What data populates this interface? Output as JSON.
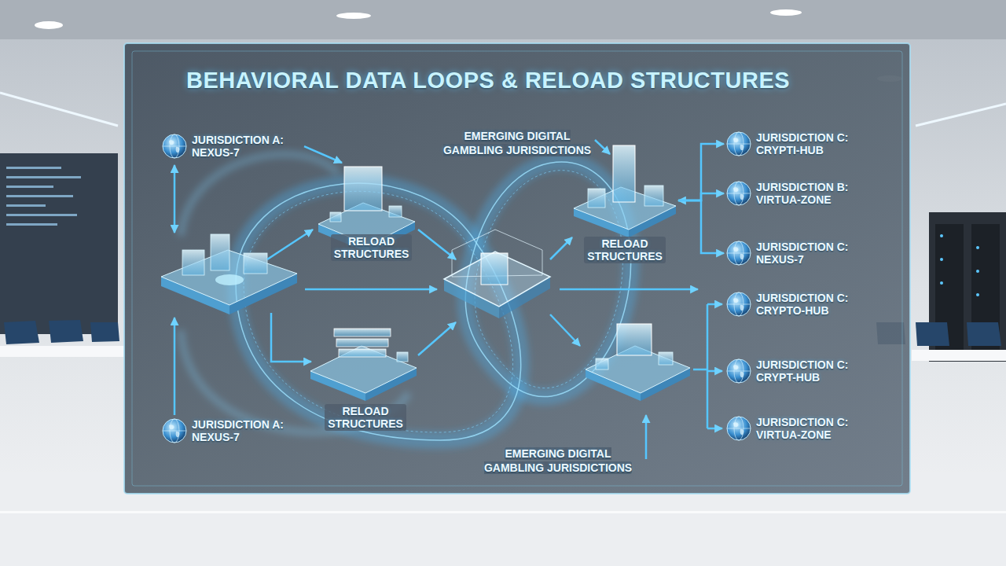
{
  "diagram": {
    "title": "BEHAVIORAL DATA LOOPS & RELOAD STRUCTURES",
    "nodes": [
      {
        "text": [
          "JURISDICTION A: NEXUS-7"
        ]
      },
      {
        "text": [
          "RELOAD STRUCTURES"
        ]
      },
      {
        "text": [
          "RELOAD STRUCTURES"
        ]
      },
      {
        "text": [
          "JURISDICTION C: CRYPTI-HUB"
        ]
      },
      {
        "text": [
          "JURISDICTION B: VIRTUA-ZONE"
        ]
      },
      {
        "text": [
          "JURISDICTION C: NEXUS-7"
        ]
      },
      {
        "text": [
          "JURISDICTION C: CRYPTO-HUB"
        ]
      },
      {
        "text": [
          "RELOAD STRUCTURES"
        ]
      },
      {
        "text": [
          "JURISDICTION C: CRYPT-HUB"
        ]
      },
      {
        "text": [
          "JURISDICTION A: NEXUS-7"
        ]
      },
      {
        "text": [
          "JURISDICTION C: VIRTUA-ZONE"
        ]
      }
    ],
    "edges": [
      {
        "from": 0,
        "to": 1,
        "arrow": "to"
      },
      {
        "from": 2,
        "to": 3,
        "arrow": "both"
      },
      {
        "from": 2,
        "to": 4,
        "arrow": "to"
      },
      {
        "from": 2,
        "to": 5,
        "arrow": "to"
      }
    ],
    "labels": [
      "EMERGING DIGITAL GAMBLING JURISDICTIONS",
      "EMERGING DIGITAL GAMBLING JURISDICTIONS"
    ]
  }
}
